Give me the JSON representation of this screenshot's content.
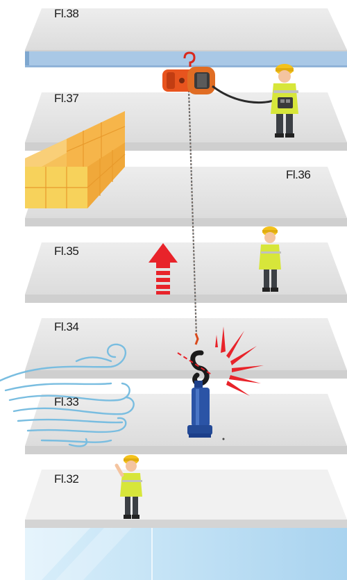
{
  "floors": [
    {
      "id": "38",
      "label": "Fl.38"
    },
    {
      "id": "37",
      "label": "Fl.37"
    },
    {
      "id": "36",
      "label": "Fl.36"
    },
    {
      "id": "35",
      "label": "Fl.35"
    },
    {
      "id": "34",
      "label": "Fl.34"
    },
    {
      "id": "33",
      "label": "Fl.33"
    },
    {
      "id": "32",
      "label": "Fl.32"
    }
  ],
  "colors": {
    "slab_top": "#e4e4e4",
    "slab_edge": "#cfcfcf",
    "beam": "#a9c8e6",
    "hoist": "#e8541e",
    "hook": "#d94a1c",
    "load": "#2b54a6",
    "arrow": "#e8232a",
    "wind": "#79bde0",
    "crate": "#f5b041",
    "vest": "#d7e63a",
    "glass": "#bfe0f4"
  },
  "icons": [
    "electric-hoist-icon",
    "worker-with-remote-icon",
    "worker-icon",
    "up-arrow-icon",
    "wind-icon",
    "hook-break-icon",
    "cylinder-load-icon",
    "material-crate-icon"
  ]
}
